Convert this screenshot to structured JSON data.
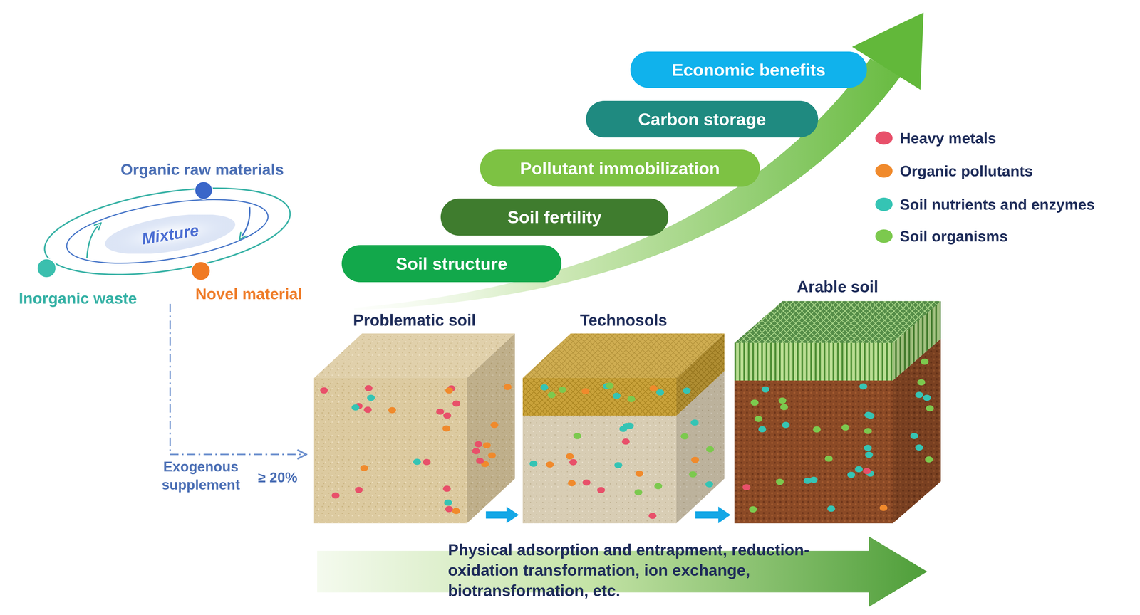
{
  "diagram": {
    "nodes": [
      {
        "text": [
          "Economic benefits"
        ]
      },
      {
        "text": [
          "Carbon storage"
        ]
      },
      {
        "text": [
          "Pollutant immobilization"
        ]
      },
      {
        "text": [
          "Soil fertility"
        ]
      },
      {
        "text": [
          "Mixture"
        ]
      },
      {
        "text": [
          "Soil structure"
        ]
      },
      {
        "text": [
          "Problematic soil"
        ]
      },
      {
        "text": [
          "Technosols"
        ]
      },
      {
        "text": [
          "Arable soil"
        ]
      },
      {
        "text": [
          "Physical adsorption and entrapment, reduction-oxidation transformation, ion exchange, biotransformation, etc."
        ]
      }
    ],
    "edges": [
      {
        "from": 6,
        "to": 7,
        "arrow": "to"
      },
      {
        "from": 7,
        "to": 8,
        "arrow": "to"
      }
    ],
    "labels": [
      "Organic raw materials",
      "Inorganic waste",
      "Novel material",
      "Exogenous supplement",
      "≥ 20%"
    ],
    "legend": [
      {
        "text": "Heavy metals",
        "color": "#e8506a"
      },
      {
        "text": "Organic pollutants",
        "color": "#f08a2c"
      },
      {
        "text": "Soil nutrients and enzymes",
        "color": "#35c4b4"
      },
      {
        "text": "Soil organisms",
        "color": "#7cc94e"
      }
    ]
  }
}
